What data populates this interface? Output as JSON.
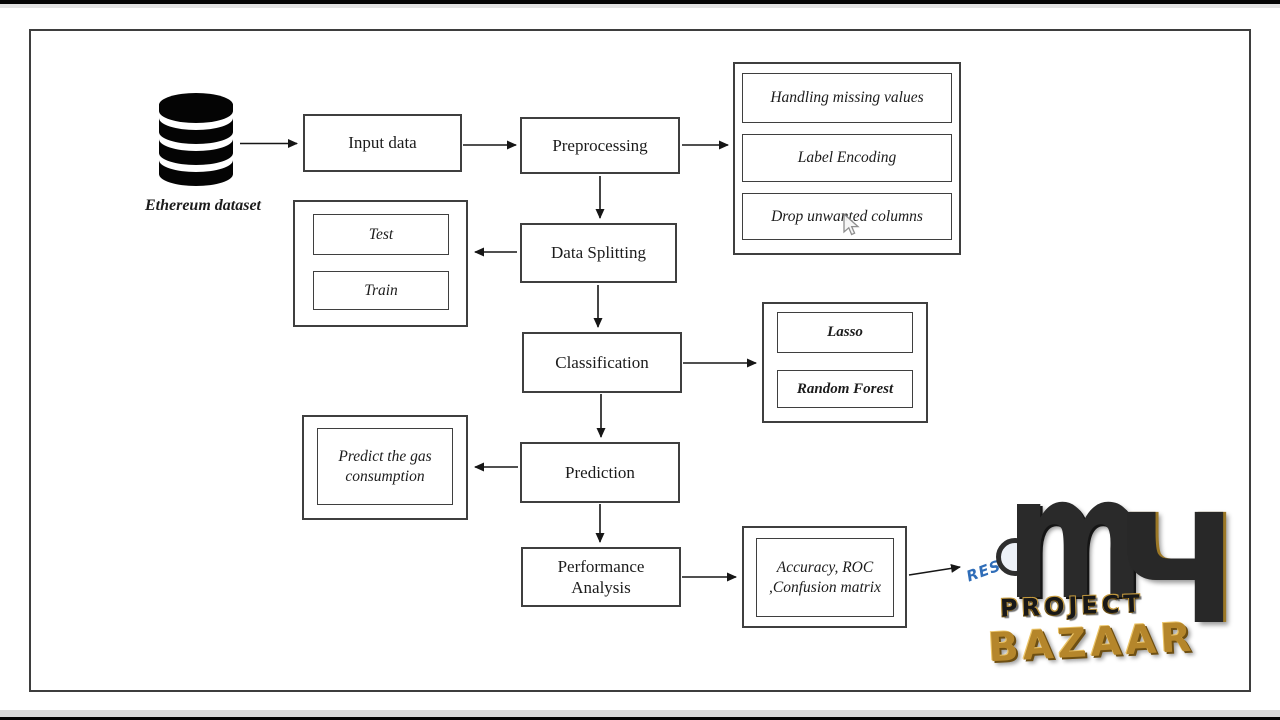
{
  "frame": {
    "background": "#ffffff",
    "border_color": "#3e3e3e"
  },
  "flow": {
    "source": {
      "label": "Ethereum dataset"
    },
    "nodes": {
      "input_data": "Input data",
      "preprocessing": "Preprocessing",
      "data_splitting": "Data Splitting",
      "classification": "Classification",
      "prediction": "Prediction",
      "performance_analysis": "Performance\nAnalysis"
    },
    "preprocessing_steps": [
      "Handling missing values",
      "Label Encoding",
      "Drop unwanted columns"
    ],
    "split_sets": [
      "Test",
      "Train"
    ],
    "classifiers": [
      "Lasso",
      "Random Forest"
    ],
    "prediction_output": "Predict the gas\nconsumption",
    "evaluation_metrics": "Accuracy, ROC\n,Confusion matrix"
  },
  "icons": {
    "source": "database-icon",
    "pointer": "mouse-pointer-icon",
    "lens": "magnifier-icon"
  },
  "logo": {
    "monogram_m": "m",
    "monogram_y": "Ч",
    "word_project": "PROJECT",
    "word_bazaar": "BAZAAR",
    "ribbon_text": "RES",
    "accent_gold": "#b5862b",
    "accent_blue": "#2f6db8"
  }
}
